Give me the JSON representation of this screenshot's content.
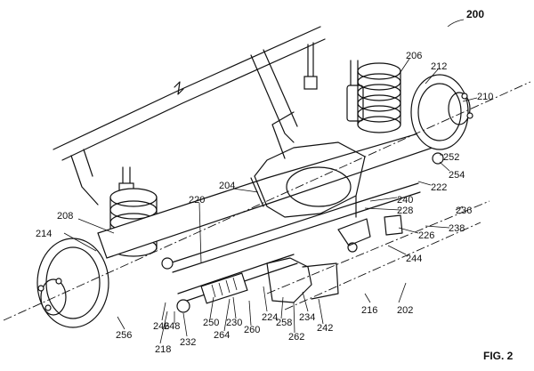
{
  "figure": {
    "main_ref": "200",
    "caption": "FIG. 2"
  },
  "refs": {
    "r202": "202",
    "r204": "204",
    "r206": "206",
    "r208": "208",
    "r210": "210",
    "r212": "212",
    "r214": "214",
    "r216": "216",
    "r218": "218",
    "r220": "220",
    "r222": "222",
    "r224": "224",
    "r226": "226",
    "r228": "228",
    "r230": "230",
    "r232": "232",
    "r234": "234",
    "r236": "236",
    "r238": "238",
    "r240": "240",
    "r242": "242",
    "r244": "244",
    "r246": "246",
    "r248": "248",
    "r250": "250",
    "r252": "252",
    "r254": "254",
    "r256": "256",
    "r258": "258",
    "r260": "260",
    "r262": "262",
    "r264": "264"
  }
}
